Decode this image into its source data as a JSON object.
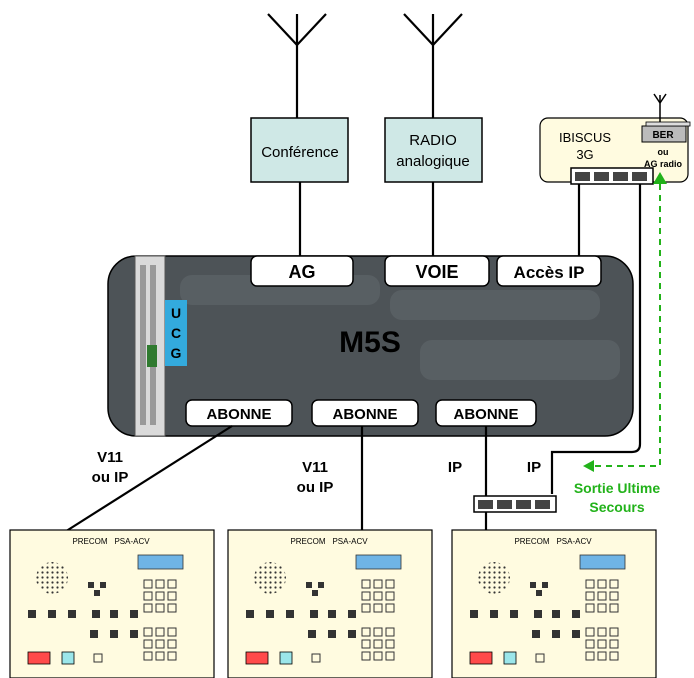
{
  "colors": {
    "box_fill": "#cfe8e6",
    "m5s_fill": "#4d5357",
    "ibiscus_fill": "#fffbe0",
    "ucg_blue": "#33aadd",
    "green": "#22b21a",
    "console_fill": "#fffbe0",
    "red_key": "#ff4a4a",
    "cyan_key": "#9be6ea"
  },
  "top_boxes": {
    "conference": "Conférence",
    "radio_line1": "RADIO",
    "radio_line2": "analogique"
  },
  "ibiscus": {
    "line1": "IBISCUS",
    "line2": "3G",
    "ber": "BER",
    "ou": "ou",
    "ag_radio": "AG radio"
  },
  "m5s": {
    "title": "M5S",
    "ucg": [
      "U",
      "C",
      "G"
    ],
    "ports_top": [
      "AG",
      "VOIE",
      "Accès IP"
    ],
    "ports_bottom": [
      "ABONNE",
      "ABONNE",
      "ABONNE"
    ]
  },
  "link_labels": {
    "left_line1": "V11",
    "left_line2": "ou IP",
    "mid_line1": "V11",
    "mid_line2": "ou IP",
    "ip1": "IP",
    "ip2": "IP"
  },
  "emergency": {
    "line1": "Sortie Ultime",
    "line2": "Secours"
  },
  "consoles": [
    {
      "brand": "PRECOM",
      "model": "PSA-ACV"
    },
    {
      "brand": "PRECOM",
      "model": "PSA-ACV"
    },
    {
      "brand": "PRECOM",
      "model": "PSA-ACV"
    }
  ]
}
